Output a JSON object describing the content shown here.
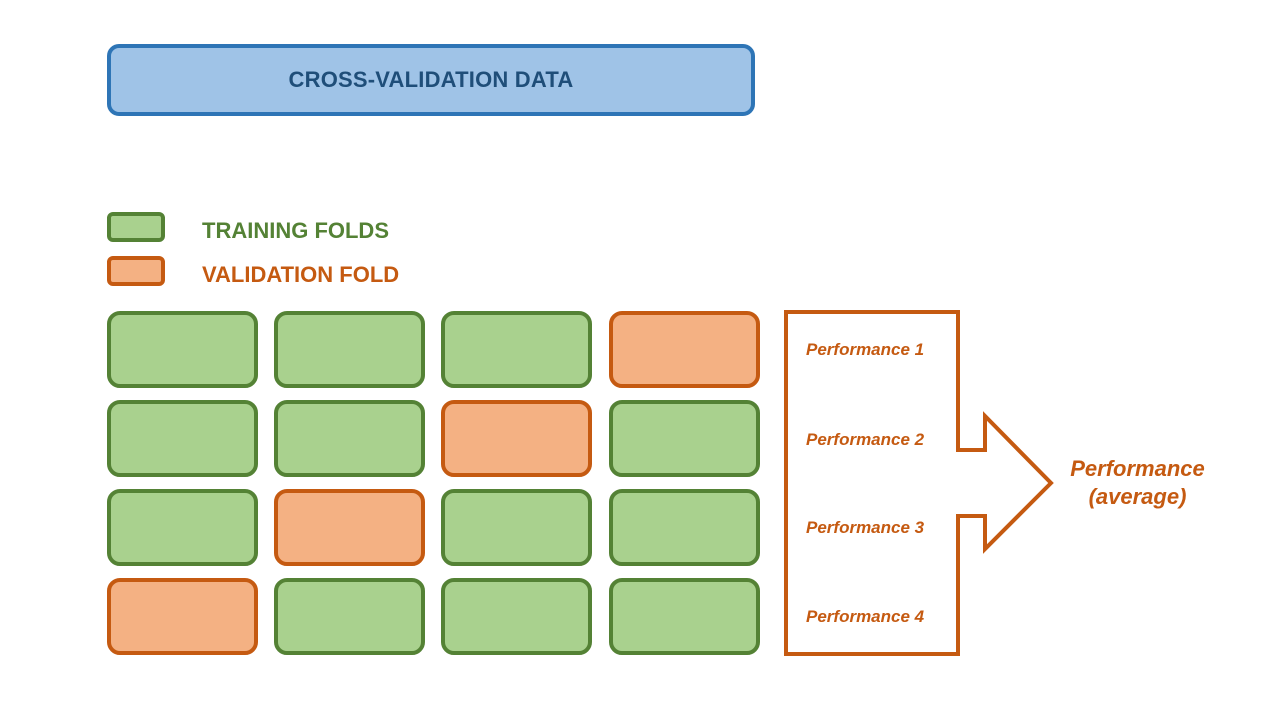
{
  "header": {
    "title": "CROSS-VALIDATION DATA"
  },
  "legend": {
    "training_label": "TRAINING FOLDS",
    "validation_label": "VALIDATION FOLD"
  },
  "colors": {
    "training_fill": "#a9d18e",
    "training_border": "#548235",
    "validation_fill": "#f4b183",
    "validation_border": "#c55a11",
    "header_fill": "#9fc3e7",
    "header_border": "#2e75b6",
    "header_text": "#1f4e79"
  },
  "grid": {
    "rows": [
      {
        "performance": "Performance 1",
        "validation_fold_index": 4
      },
      {
        "performance": "Performance 2",
        "validation_fold_index": 3
      },
      {
        "performance": "Performance 3",
        "validation_fold_index": 2
      },
      {
        "performance": "Performance 4",
        "validation_fold_index": 1
      }
    ],
    "folds_per_row": 4
  },
  "result": {
    "line1": "Performance",
    "line2": "(average)"
  }
}
